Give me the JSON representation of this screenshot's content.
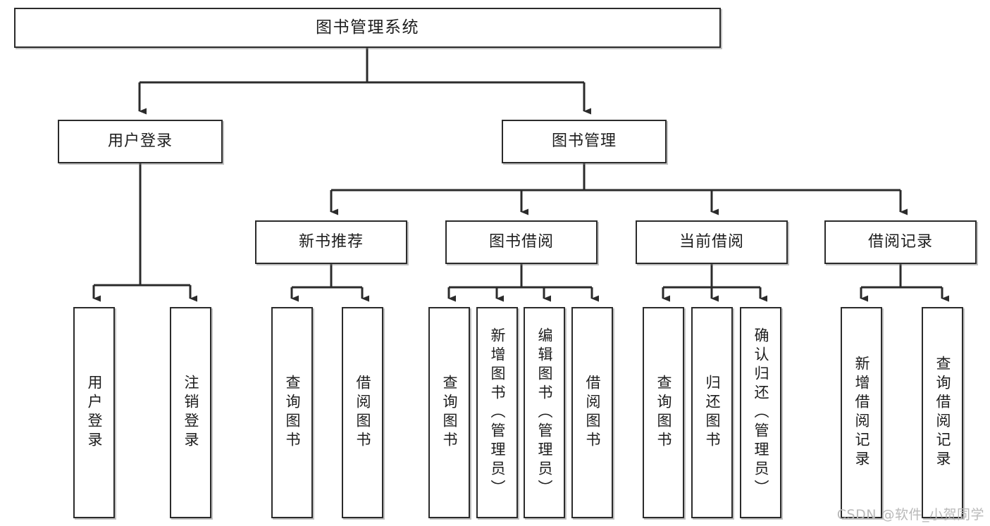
{
  "diagram": {
    "title": "图书管理系统",
    "watermark": "CSDN @软件_小贺同学",
    "colors": {
      "stroke": "#2b2b2b",
      "fill": "#ffffff",
      "text": "#1d1d1d",
      "watermark": "#b9b9b9"
    },
    "nodes": {
      "root": {
        "label": "图书管理系统"
      },
      "level2": [
        {
          "label": "用户登录"
        },
        {
          "label": "图书管理"
        }
      ],
      "level3": [
        {
          "label": "新书推荐"
        },
        {
          "label": "图书借阅"
        },
        {
          "label": "当前借阅"
        },
        {
          "label": "借阅记录"
        }
      ],
      "leaves_user_login": [
        {
          "label": "用户登录"
        },
        {
          "label": "注销登录"
        }
      ],
      "leaves_new_book": [
        {
          "label": "查询图书"
        },
        {
          "label": "借阅图书"
        }
      ],
      "leaves_borrow": [
        {
          "label": "查询图书"
        },
        {
          "label": "新增图书（管理员）"
        },
        {
          "label": "编辑图书（管理员）"
        },
        {
          "label": "借阅图书"
        }
      ],
      "leaves_current": [
        {
          "label": "查询图书"
        },
        {
          "label": "归还图书"
        },
        {
          "label": "确认归还（管理员）"
        }
      ],
      "leaves_record": [
        {
          "label": "新增借阅记录"
        },
        {
          "label": "查询借阅记录"
        }
      ]
    }
  }
}
